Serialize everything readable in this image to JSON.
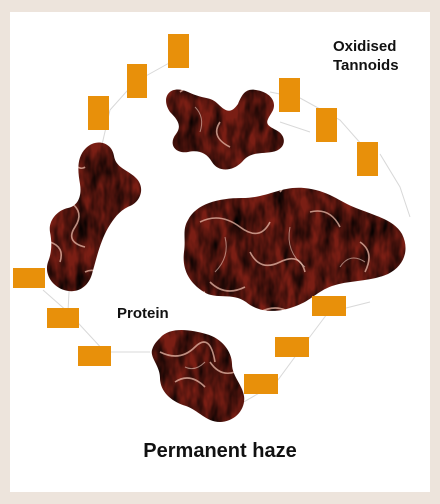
{
  "labels": {
    "tannoids": "Oxidised\nTannoids",
    "protein": "Protein"
  },
  "caption": "Permanent haze",
  "colors": {
    "background": "#ede4dc",
    "panel": "#ffffff",
    "tannoid": "#e8900a",
    "protein_base": "#7a1e14",
    "protein_dark": "#2a0906",
    "protein_light": "#e8b8a8",
    "bond_line": "#c8c8c8"
  }
}
